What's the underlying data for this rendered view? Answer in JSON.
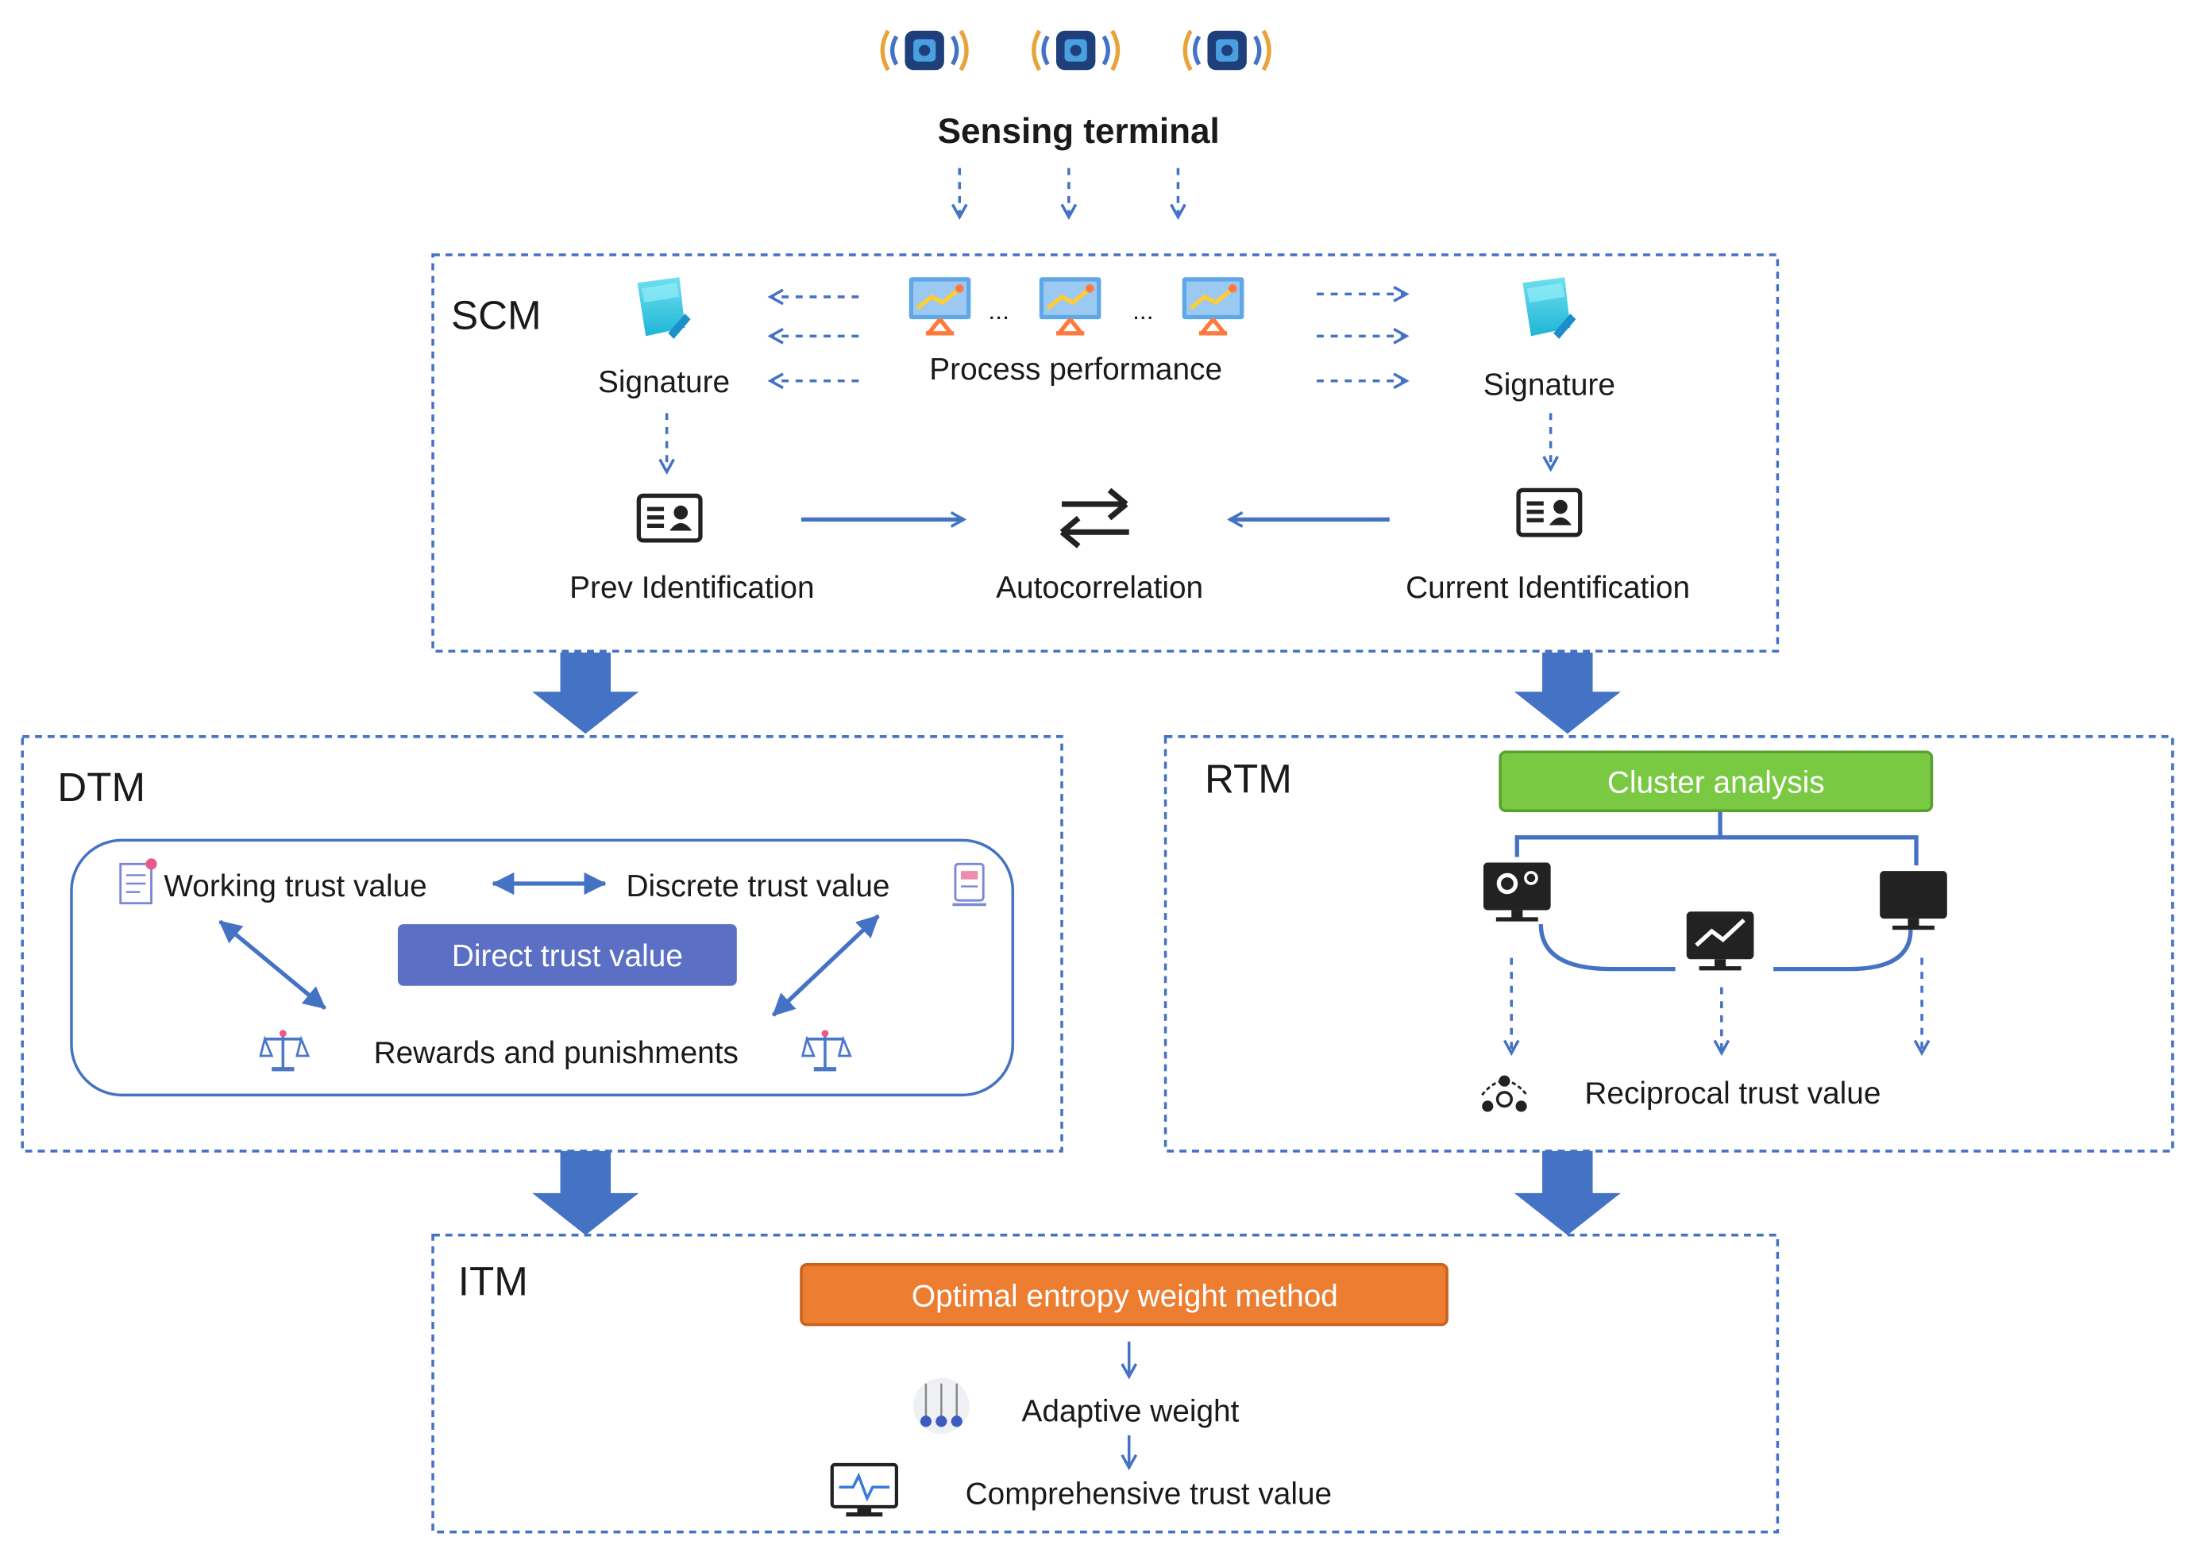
{
  "colors": {
    "accent_blue": "#4472c4",
    "cluster_green": "#7ac943",
    "entropy_orange": "#ed7d31",
    "direct_trust_blue": "#5b70c4"
  },
  "top": {
    "title": "Sensing terminal"
  },
  "scm": {
    "label": "SCM",
    "signature_left": "Signature",
    "signature_right": "Signature",
    "process": "Process performance",
    "ellipsis_1": "...",
    "ellipsis_2": "...",
    "prev_id": "Prev Identification",
    "autocorrelation": "Autocorrelation",
    "current_id": "Current Identification"
  },
  "dtm": {
    "label": "DTM",
    "working": "Working trust value",
    "discrete": "Discrete trust value",
    "direct": "Direct trust value",
    "rewards": "Rewards and punishments"
  },
  "rtm": {
    "label": "RTM",
    "cluster": "Cluster analysis",
    "reciprocal": "Reciprocal trust value"
  },
  "itm": {
    "label": "ITM",
    "entropy": "Optimal entropy weight method",
    "adaptive": "Adaptive weight",
    "comprehensive": "Comprehensive trust value"
  },
  "icons": [
    "satellite-icon",
    "document-pen-icon",
    "monitor-chart-icon",
    "id-card-icon",
    "swap-arrows-icon",
    "document-list-icon",
    "server-doc-icon",
    "balance-scale-icon",
    "monitor-gear-icon",
    "monitor-trend-icon",
    "monitor-dark-icon",
    "people-network-icon",
    "pendulum-weights-icon",
    "monitor-pulse-icon"
  ]
}
